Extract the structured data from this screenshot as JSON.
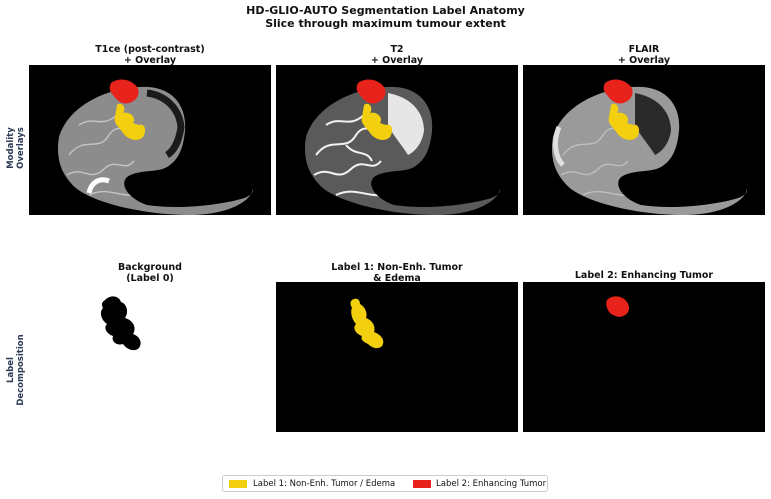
{
  "figure": {
    "title_line1": "HD-GLIO-AUTO Segmentation Label Anatomy",
    "title_line2": "Slice through maximum tumour extent"
  },
  "rows": {
    "top_label_line1": "Modality",
    "top_label_line2": "Overlays",
    "bottom_label_line1": "Label",
    "bottom_label_line2": "Decomposition"
  },
  "panels": {
    "t1ce": {
      "line1": "T1ce (post-contrast)",
      "line2": "+ Overlay"
    },
    "t2": {
      "line1": "T2",
      "line2": "+ Overlay"
    },
    "flair": {
      "line1": "FLAIR",
      "line2": "+ Overlay"
    },
    "background": {
      "line1": "Background",
      "line2": "(Label 0)"
    },
    "label1": {
      "line1": "Label 1: Non-Enh. Tumor",
      "line2": "& Edema"
    },
    "label2": {
      "line1": "Label 2: Enhancing Tumor"
    }
  },
  "legend": {
    "items": [
      {
        "label": "Label 1: Non-Enh. Tumor / Edema",
        "color": "#f2cf0f"
      },
      {
        "label": "Label 2: Enhancing Tumor",
        "color": "#e8231b"
      }
    ]
  },
  "colors": {
    "label1": "#f2cf0f",
    "label2": "#e8231b",
    "label0_mask": "#000000",
    "panel_background": "#000000"
  }
}
